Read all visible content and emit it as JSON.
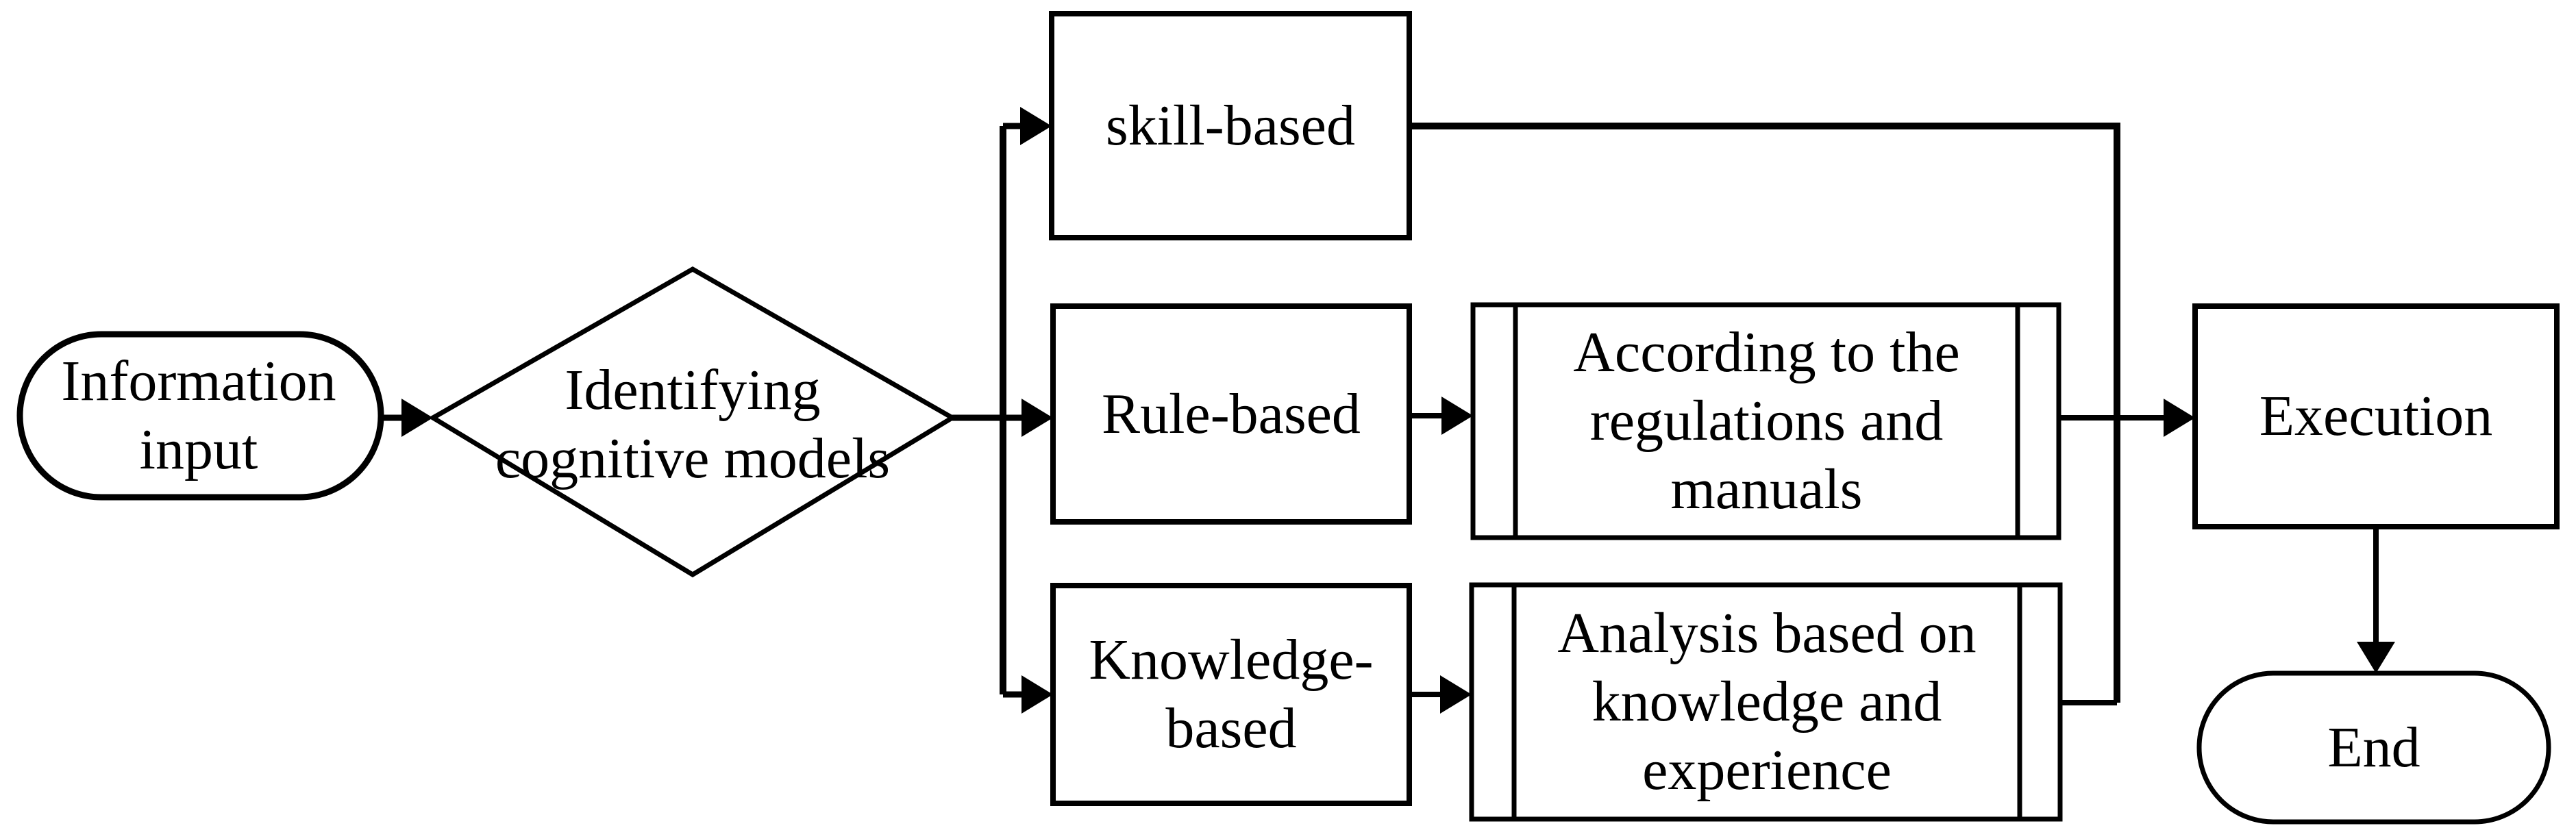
{
  "diagram": {
    "kind": "flowchart",
    "colors": {
      "background": "#ffffff",
      "line": "#000000",
      "text": "#000000",
      "shape_fill": "#ffffff"
    },
    "nodes": {
      "start": {
        "shape": "terminator",
        "label": "Information input",
        "lines": [
          "Information",
          "input"
        ]
      },
      "decision": {
        "shape": "decision-diamond",
        "label": "Identifying cognitive models",
        "lines": [
          "Identifying",
          "cognitive models"
        ]
      },
      "skill": {
        "shape": "process",
        "label": "skill-based",
        "lines": [
          "skill-based"
        ]
      },
      "rule": {
        "shape": "process",
        "label": "Rule-based",
        "lines": [
          "Rule-based"
        ]
      },
      "knowledge": {
        "shape": "process",
        "label": "Knowledge-based",
        "lines": [
          "Knowledge-",
          "based"
        ]
      },
      "according": {
        "shape": "predefined-process",
        "label": "According to the regulations and manuals",
        "lines": [
          "According to the",
          "regulations and",
          "manuals"
        ]
      },
      "analysis": {
        "shape": "predefined-process",
        "label": "Analysis based on knowledge and experience",
        "lines": [
          "Analysis based on",
          "knowledge and",
          "experience"
        ]
      },
      "execution": {
        "shape": "process",
        "label": "Execution",
        "lines": [
          "Execution"
        ]
      },
      "end": {
        "shape": "terminator",
        "label": "End",
        "lines": [
          "End"
        ]
      }
    },
    "edges": [
      {
        "from": "start",
        "to": "decision",
        "arrow": true
      },
      {
        "from": "decision",
        "to": "skill",
        "arrow": true
      },
      {
        "from": "decision",
        "to": "rule",
        "arrow": true
      },
      {
        "from": "decision",
        "to": "knowledge",
        "arrow": true
      },
      {
        "from": "rule",
        "to": "according",
        "arrow": true
      },
      {
        "from": "knowledge",
        "to": "analysis",
        "arrow": true
      },
      {
        "from": "skill",
        "to": "execution",
        "arrow": true,
        "via": "merge-line"
      },
      {
        "from": "according",
        "to": "execution",
        "arrow": true,
        "via": "merge-line"
      },
      {
        "from": "analysis",
        "to": "execution",
        "arrow": true,
        "via": "merge-line"
      },
      {
        "from": "execution",
        "to": "end",
        "arrow": true
      }
    ]
  }
}
